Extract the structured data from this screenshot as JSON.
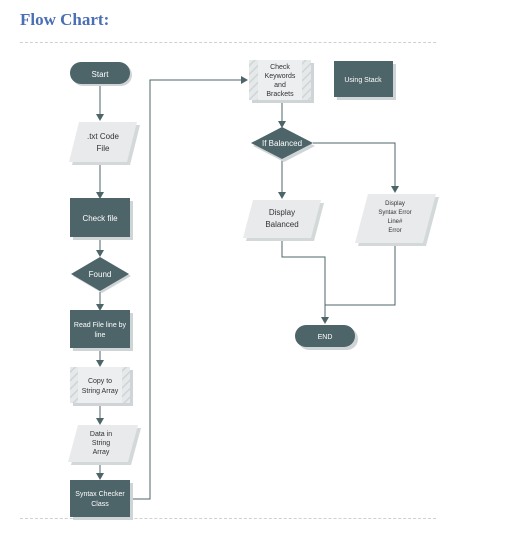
{
  "title": "Flow Chart:",
  "colors": {
    "dark": "#4d6468",
    "light": "#e4e8e9",
    "line": "#4d6468",
    "title": "#4a6fb5"
  },
  "nodes": {
    "start": "Start",
    "txt_file": [
      ".txt Code",
      "File"
    ],
    "check_file": "Check file",
    "found": "Found",
    "read_file": [
      "Read File line by",
      "line"
    ],
    "copy": [
      "Copy to",
      "String Array"
    ],
    "data": [
      "Data in",
      "String",
      "Array"
    ],
    "syntax": [
      "Syntax Checker",
      "Class"
    ],
    "check_keywords": [
      "Check",
      "Keywords",
      "and",
      "Brackets"
    ],
    "using_stack": "Using Stack",
    "if_balanced": "If Balanced",
    "display_balanced": [
      "Display",
      "Balanced"
    ],
    "display_error": [
      "Display",
      "Syntax Error",
      "Line#",
      "Error"
    ],
    "end": "END"
  }
}
